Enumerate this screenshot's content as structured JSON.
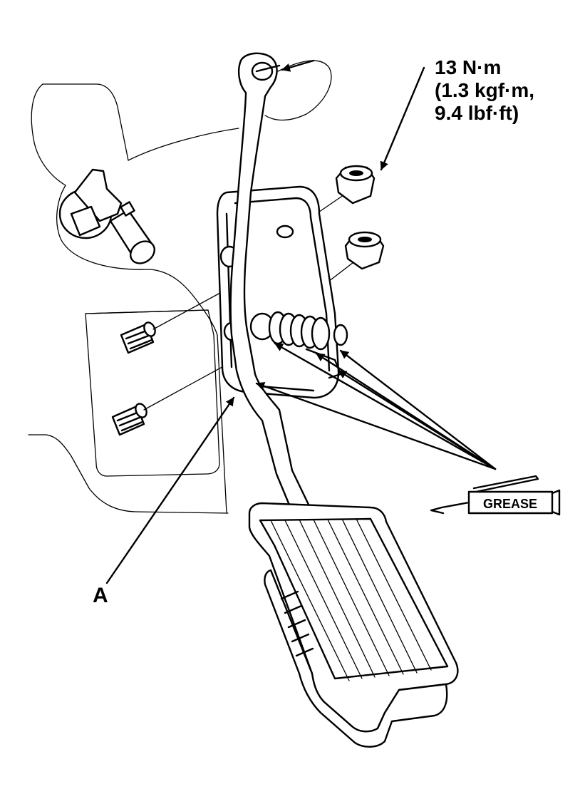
{
  "callouts": {
    "torque_line1": "13 N·m",
    "torque_line2": "(1.3 kgf·m,",
    "torque_line3": "9.4 lbf·ft)",
    "part_a": "A",
    "grease": "GREASE"
  },
  "colors": {
    "ink": "#000000",
    "paper": "#ffffff"
  }
}
